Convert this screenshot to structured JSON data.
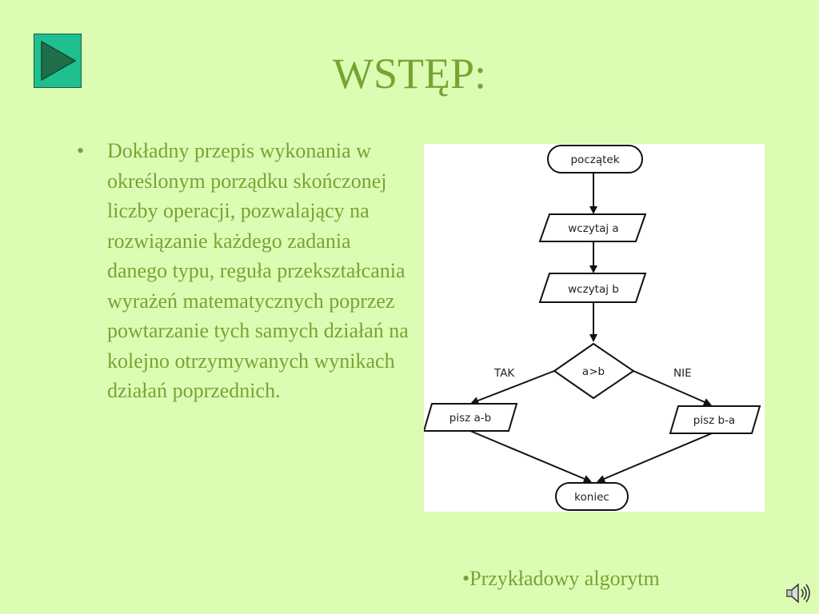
{
  "slide": {
    "title": "WSTĘP:",
    "bullet_mark": "•",
    "bullet_text": "Dokładny przepis wykonania w określonym porządku skończonej liczby operacji, pozwalający na rozwiązanie każdego zadania danego typu, reguła przekształcania wyrażeń matematycznych poprzez powtarzanie tych samych działań na kolejno otrzymywanych wynikach działań poprzednich.",
    "caption": "•Przykładowy algorytm"
  },
  "flowchart": {
    "start": "początek",
    "read_a": "wczytaj a",
    "read_b": "wczytaj b",
    "condition": "a>b",
    "yes_label": "TAK",
    "no_label": "NIE",
    "yes_action": "pisz a-b",
    "no_action": "pisz b-a",
    "end": "koniec"
  },
  "icons": {
    "play": "play-icon",
    "speaker": "speaker-icon"
  },
  "colors": {
    "background": "#dcfcb4",
    "text": "#74a532",
    "play_fill": "#1fbf8f",
    "play_triangle": "#1e6e4a"
  }
}
